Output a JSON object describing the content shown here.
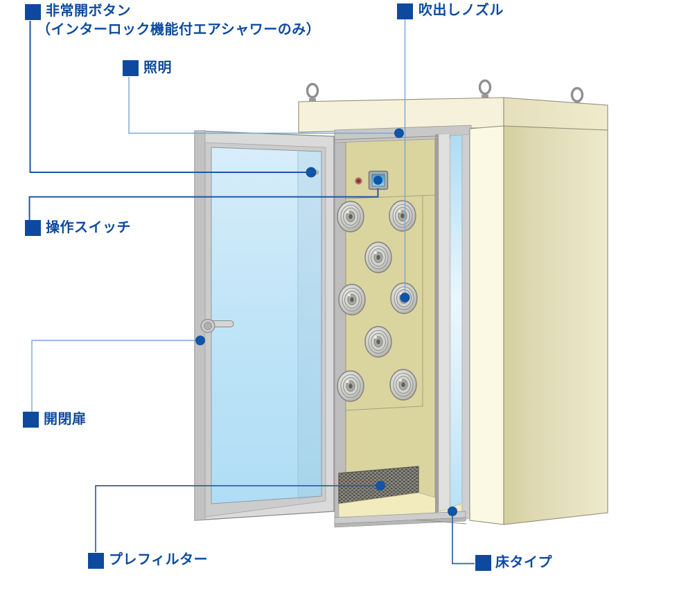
{
  "diagram": {
    "subject": "air-shower-unit",
    "labels": {
      "emergency_button": {
        "text": "非常開ボタン",
        "note": "（インターロック機能付エアシャワーのみ）"
      },
      "lighting": {
        "text": "照明"
      },
      "blowout_nozzle": {
        "text": "吹出しノズル"
      },
      "operation_switch": {
        "text": "操作スイッチ"
      },
      "door": {
        "text": "開閉扉"
      },
      "prefilter": {
        "text": "プレフィルター"
      },
      "floor_type": {
        "text": "床タイプ"
      }
    },
    "colors": {
      "label_blue": "#0d4a9e",
      "connector_dark": "#1c56a9",
      "connector_light": "#7aa6d4",
      "pointer_dot": "#1254a6",
      "body_cream": "#f5f1da",
      "side_cream": "#d5d1a2",
      "wall_khaki": "#dad49f",
      "door_glass_blue": "#b7e0f5",
      "pilot_lamp_red": "#c03a34",
      "switch_screen_blue": "#4fc0ee"
    },
    "counts": {
      "nozzles_visible": 8,
      "lifting_eyebolts": 3
    }
  }
}
